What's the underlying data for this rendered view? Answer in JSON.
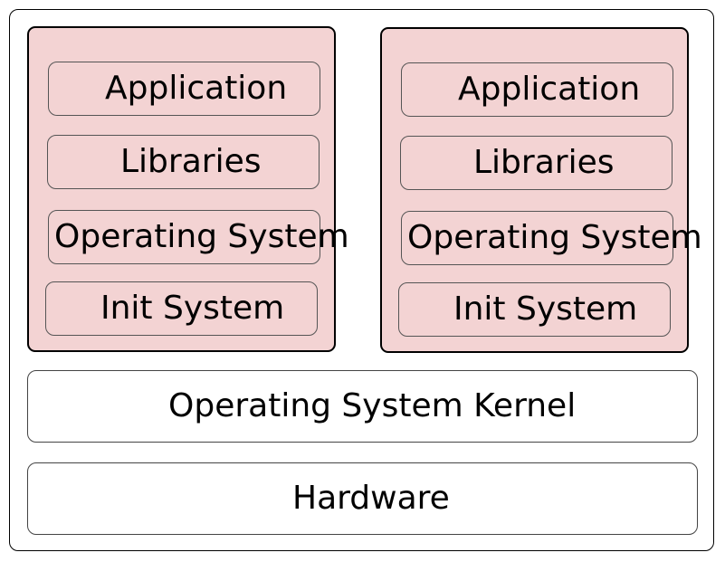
{
  "containers": [
    {
      "layers": [
        "Application",
        "Libraries",
        "Operating System",
        "Init System"
      ]
    },
    {
      "layers": [
        "Application",
        "Libraries",
        "Operating System",
        "Init System"
      ]
    }
  ],
  "kernel": {
    "label": "Operating System Kernel"
  },
  "hardware": {
    "label": "Hardware"
  },
  "colors": {
    "container_fill": "#f3d3d3",
    "block_fill": "#ffffff",
    "stroke": "#000000"
  }
}
